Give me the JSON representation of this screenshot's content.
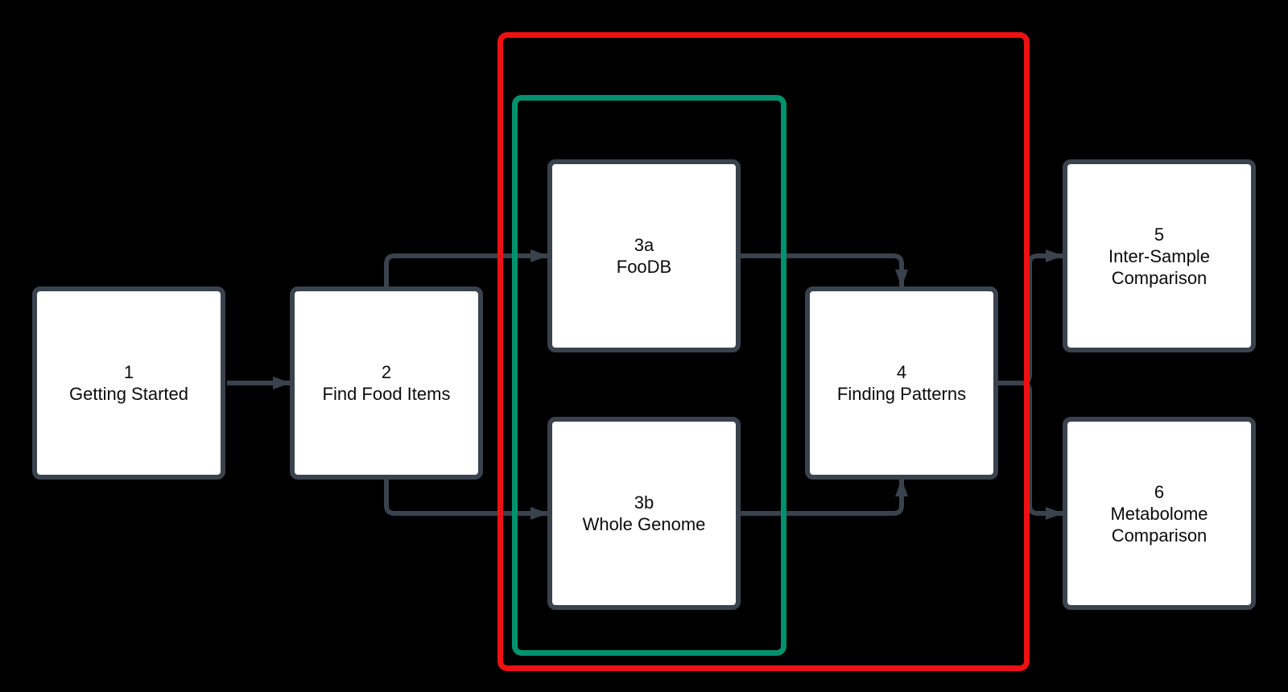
{
  "colors": {
    "background": "#000000",
    "node_fill": "#ffffff",
    "node_border": "#3a424d",
    "connector": "#3a424d",
    "text": "#0b0b0b",
    "red_group": "#ee1111",
    "teal_group": "#00916e"
  },
  "diagram": {
    "type": "flowchart",
    "nodes": [
      {
        "id": "1",
        "label_lines": [
          "1",
          "Getting Started"
        ]
      },
      {
        "id": "2",
        "label_lines": [
          "2",
          "Find Food Items"
        ]
      },
      {
        "id": "3a",
        "label_lines": [
          "3a",
          "FooDB"
        ]
      },
      {
        "id": "3b",
        "label_lines": [
          "3b",
          "Whole Genome"
        ]
      },
      {
        "id": "4",
        "label_lines": [
          "4",
          "Finding Patterns"
        ]
      },
      {
        "id": "5",
        "label_lines": [
          "5",
          "Inter-Sample",
          "Comparison"
        ]
      },
      {
        "id": "6",
        "label_lines": [
          "6",
          "Metabolome",
          "Comparison"
        ]
      }
    ],
    "groups": [
      {
        "id": "red-group",
        "color": "#ee1111",
        "members": [
          "3a",
          "3b",
          "4"
        ]
      },
      {
        "id": "teal-group",
        "color": "#00916e",
        "members": [
          "3a",
          "3b"
        ]
      }
    ],
    "connectors": [
      {
        "from": "1",
        "to": "2"
      },
      {
        "from": "2",
        "to": "3a"
      },
      {
        "from": "2",
        "to": "3b"
      },
      {
        "from": "3a",
        "to": "4"
      },
      {
        "from": "3b",
        "to": "4"
      },
      {
        "from": "4",
        "to": "5"
      },
      {
        "from": "4",
        "to": "6"
      }
    ]
  }
}
